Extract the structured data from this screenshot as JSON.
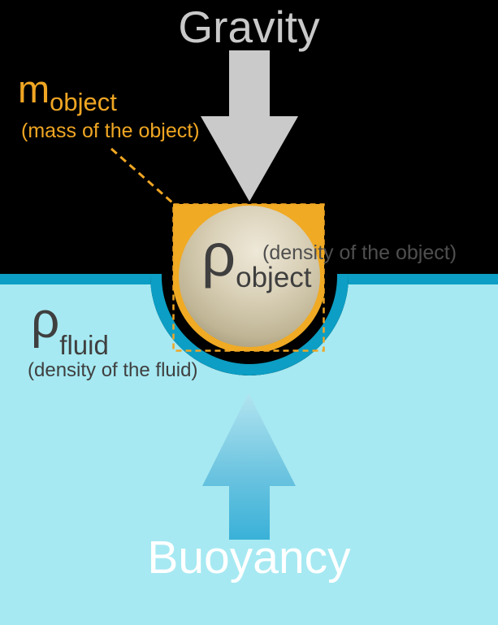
{
  "title": "Buoyancy diagram",
  "labels": {
    "gravity": "Gravity",
    "buoyancy": "Buoyancy",
    "mass_symbol": "m",
    "mass_sub": "object",
    "mass_caption": "(mass of the object)",
    "density_object_symbol": "ρ",
    "density_object_sub": "object",
    "density_object_caption": "(density of the object)",
    "density_fluid_symbol": "ρ",
    "density_fluid_sub": "fluid",
    "density_fluid_caption": "(density of the fluid)"
  },
  "colors": {
    "background": "#000000",
    "water": "#a6e9f2",
    "water_edge": "#0c9ec4",
    "object_fill": "#f0aa23",
    "object_outline": "#f0a623",
    "gravity_arrow": "#cacaca",
    "gravity_text": "#c9c9c9",
    "buoyancy_text": "#ffffff",
    "symbol_text": "#3f3f3f",
    "density_object_caption_text": "#4f4f4f",
    "ball_highlight": "#eee8d8",
    "ball_shadow": "#9d9273",
    "buoyancy_arrow_top": "#b2e4f0",
    "buoyancy_arrow_bottom": "#3ab1d8"
  }
}
